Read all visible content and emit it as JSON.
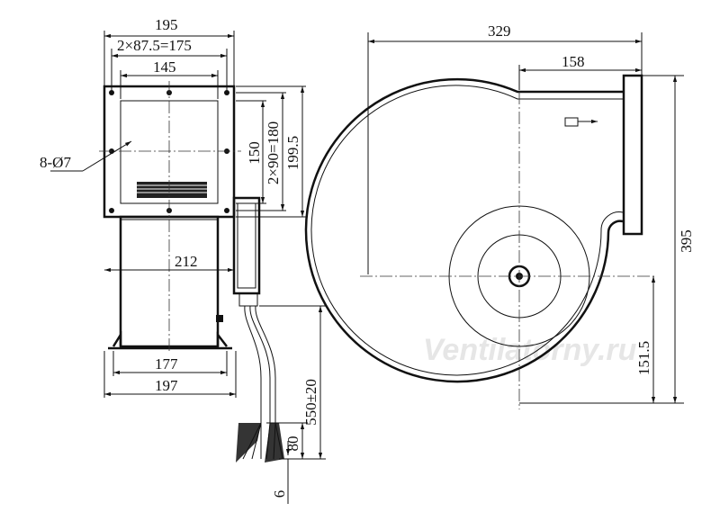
{
  "dimensions": {
    "front": {
      "width_195": "195",
      "holes_175": "2×87.5=175",
      "inner_145": "145",
      "hole_dia": "8-Ø7",
      "h_150": "150",
      "h_180": "2×90=180",
      "h_199_5": "199.5",
      "depth_212": "212",
      "base_177": "177",
      "base_197": "197",
      "cable_550": "550±20",
      "strip_80": "80",
      "end_6": "6"
    },
    "side": {
      "width_329": "329",
      "outlet_158": "158",
      "height_395": "395",
      "axis_151_5": "151.5"
    }
  },
  "watermark": "Ventilatorny.ru",
  "colors": {
    "line": "#111111",
    "background": "#ffffff",
    "watermark": "#e6e6e6"
  }
}
